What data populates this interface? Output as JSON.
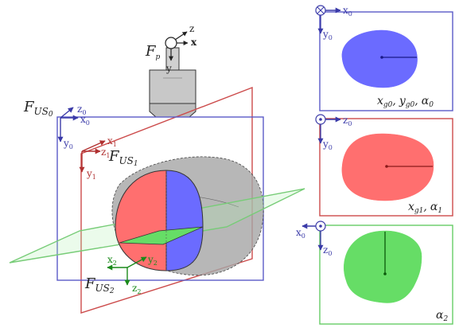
{
  "colors": {
    "blue": "#5a5ac8",
    "red": "#cc4b4b",
    "green": "#22aa22",
    "plane_blue_fill": "#6b6bff",
    "plane_red_fill": "#ff6b6b",
    "plane_green_fill": "#66dd66",
    "organ_gray": "#9a9a9a",
    "probe_gray": "#c4c4c4"
  },
  "frames": {
    "probe": {
      "script": "F",
      "sub": "p"
    },
    "us0": {
      "script": "F",
      "sub_main": "US",
      "sub_index": "0"
    },
    "us1": {
      "script": "F",
      "sub_main": "US",
      "sub_index": "1"
    },
    "us2": {
      "script": "F",
      "sub_main": "US",
      "sub_index": "2"
    }
  },
  "probe_axes": {
    "z": "z",
    "x": "x",
    "y": "y"
  },
  "us0_axes": {
    "z": "z",
    "z_sub": "0",
    "x": "x",
    "x_sub": "0",
    "y": "y",
    "y_sub": "0"
  },
  "us1_axes": {
    "x": "x",
    "x_sub": "1",
    "z": "z",
    "z_sub": "1",
    "y": "y",
    "y_sub": "1"
  },
  "us2_axes": {
    "x": "x",
    "x_sub": "2",
    "z": "z",
    "z_sub": "2",
    "y": "y",
    "y_sub": "2"
  },
  "panels": {
    "top": {
      "x_axis": "x",
      "x_sub": "0",
      "y_axis": "y",
      "y_sub": "0",
      "label_x": "x",
      "label_x_sub": "g0",
      "label_y": "y",
      "label_y_sub": "g0",
      "label_alpha": "α",
      "label_alpha_sub": "0",
      "sep": ","
    },
    "middle": {
      "z_axis": "z",
      "z_sub": "0",
      "y_axis": "y",
      "y_sub": "0",
      "label_x": "x",
      "label_x_sub": "g1",
      "label_alpha": "α",
      "label_alpha_sub": "1",
      "sep": ","
    },
    "bottom": {
      "x_axis": "x",
      "x_sub": "0",
      "z_axis": "z",
      "z_sub": "0",
      "label_alpha": "α",
      "label_alpha_sub": "2"
    }
  }
}
